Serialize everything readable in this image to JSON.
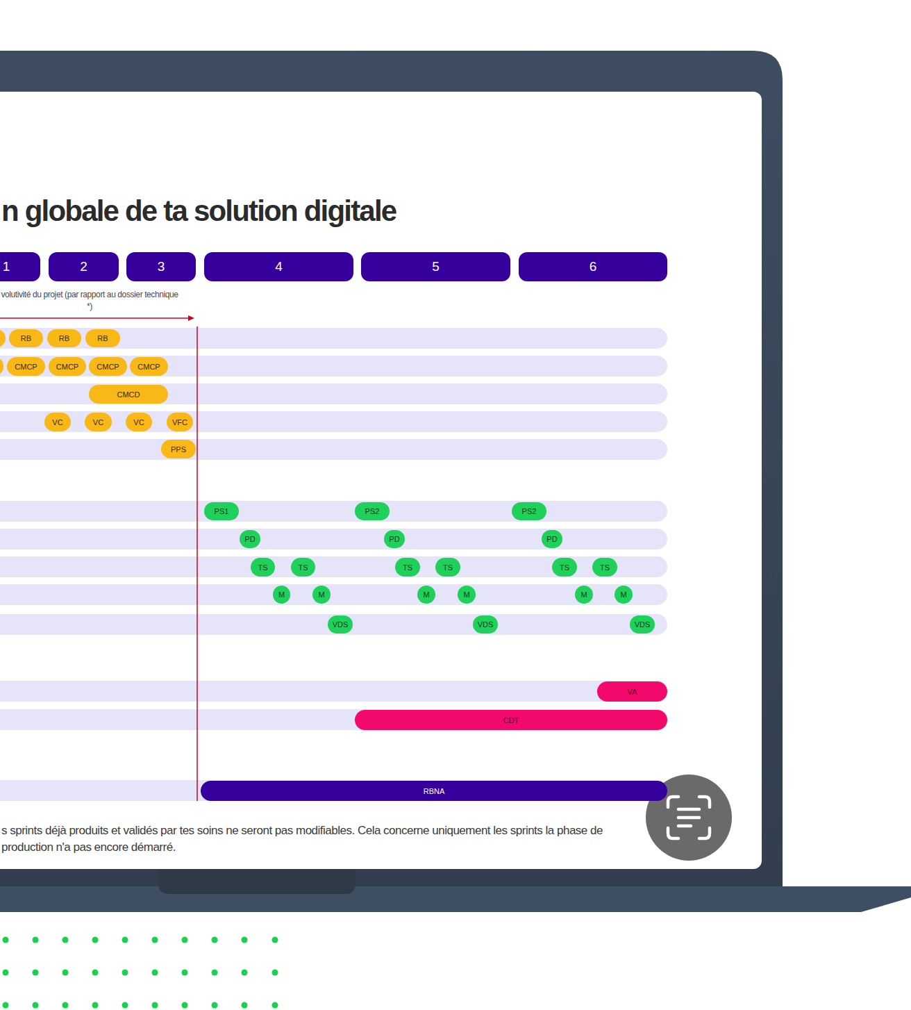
{
  "diagram": {
    "title": "n globale de ta solution digitale",
    "caption": "s sprints déjà produits et validés par tes soins ne seront pas modifiables. Cela concerne uniquement les sprints la phase de production n'a pas encore démarré.",
    "nodes": [
      {
        "text": [
          "1"
        ]
      },
      {
        "text": [
          "2"
        ]
      },
      {
        "text": [
          "3"
        ]
      },
      {
        "text": [
          "4"
        ]
      },
      {
        "text": [
          "5"
        ]
      },
      {
        "text": [
          "6"
        ]
      },
      {
        "text": [
          "RB"
        ]
      },
      {
        "text": [
          "RB"
        ]
      },
      {
        "text": [
          "RB"
        ]
      },
      {
        "text": [
          "CMCP"
        ]
      },
      {
        "text": [
          "CMCP"
        ]
      },
      {
        "text": [
          "CMCP"
        ]
      },
      {
        "text": [
          "CMCP"
        ]
      },
      {
        "text": [
          "CMCD"
        ]
      },
      {
        "text": [
          "VC"
        ]
      },
      {
        "text": [
          "VC"
        ]
      },
      {
        "text": [
          "VC"
        ]
      },
      {
        "text": [
          "VFC"
        ]
      },
      {
        "text": [
          "PPS"
        ]
      },
      {
        "text": [
          "PS1"
        ]
      },
      {
        "text": [
          "PS2"
        ]
      },
      {
        "text": [
          "PS2"
        ]
      },
      {
        "text": [
          "PD"
        ]
      },
      {
        "text": [
          "PD"
        ]
      },
      {
        "text": [
          "PD"
        ]
      },
      {
        "text": [
          "TS"
        ]
      },
      {
        "text": [
          "TS"
        ]
      },
      {
        "text": [
          "TS"
        ]
      },
      {
        "text": [
          "TS"
        ]
      },
      {
        "text": [
          "TS"
        ]
      },
      {
        "text": [
          "TS"
        ]
      },
      {
        "text": [
          "M"
        ]
      },
      {
        "text": [
          "M"
        ]
      },
      {
        "text": [
          "M"
        ]
      },
      {
        "text": [
          "M"
        ]
      },
      {
        "text": [
          "M"
        ]
      },
      {
        "text": [
          "M"
        ]
      },
      {
        "text": [
          "VDS"
        ]
      },
      {
        "text": [
          "VDS"
        ]
      },
      {
        "text": [
          "VDS"
        ]
      },
      {
        "text": [
          "VA"
        ]
      },
      {
        "text": [
          "CDT"
        ]
      },
      {
        "text": [
          "RBNA"
        ]
      }
    ],
    "labels": [
      "volutivité du projet (par rapport au dossier technique *)"
    ]
  }
}
